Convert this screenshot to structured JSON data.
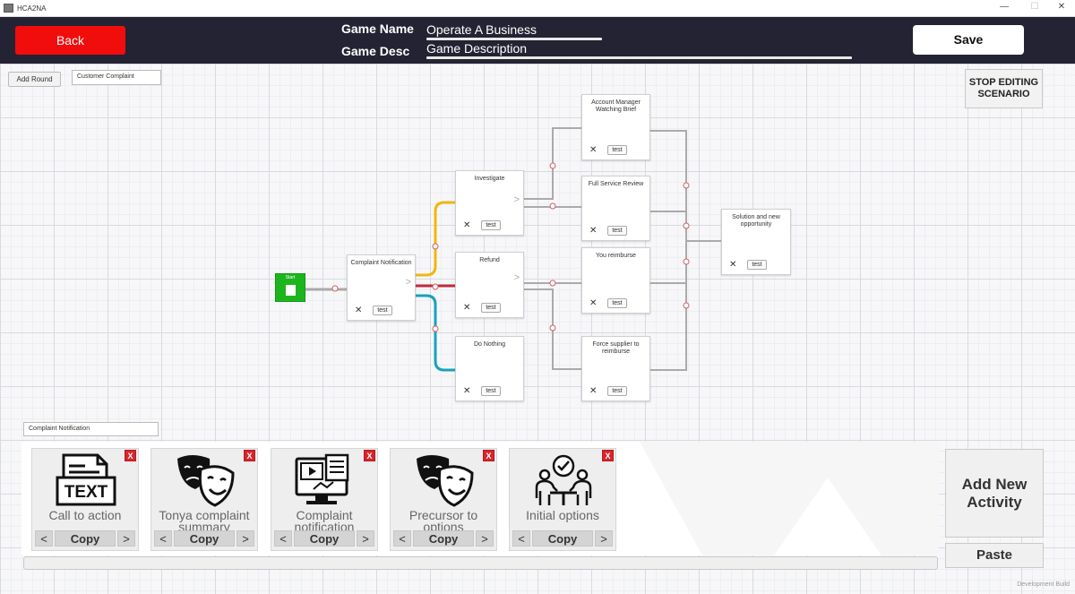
{
  "window": {
    "title": "HCA2NA",
    "minimize": "—",
    "maximize": "☐",
    "close": "✕"
  },
  "header": {
    "back_label": "Back",
    "game_name_label": "Game Name",
    "game_name_value": "Operate A Business",
    "game_desc_label": "Game Desc",
    "game_desc_value": "Game Description",
    "save_label": "Save"
  },
  "toolbar": {
    "add_round_label": "Add Round",
    "round_name": "Customer Complaint",
    "stop_editing_label": "STOP EDITING SCENARIO"
  },
  "graph": {
    "start_label": "Start",
    "nodes": [
      {
        "title": "Complaint Notification",
        "test": "test"
      },
      {
        "title": "Investigate",
        "test": "test"
      },
      {
        "title": "Refund",
        "test": "test"
      },
      {
        "title": "Do Nothing",
        "test": "test"
      },
      {
        "title": "Account Manager Watching Brief",
        "test": "test"
      },
      {
        "title": "Full Service Review",
        "test": "test"
      },
      {
        "title": "You reimburse",
        "test": "test"
      },
      {
        "title": "Force supplier to reimburse",
        "test": "test"
      },
      {
        "title": "Solution and new opportunity",
        "test": "test"
      }
    ],
    "branch_colors": {
      "top": "#f2b70d",
      "middle": "#c3283e",
      "bottom": "#17a3b8",
      "default": "#aaaaaa"
    }
  },
  "activity_editor": {
    "selected_node_name": "Complaint Notification",
    "cards": [
      {
        "icon": "text-document-icon",
        "label": "Call to action",
        "prev": "<",
        "copy": "Copy",
        "next": ">",
        "remove": "X"
      },
      {
        "icon": "theatre-masks-icon",
        "label": "Tonya complaint summary",
        "prev": "<",
        "copy": "Copy",
        "next": ">",
        "remove": "X"
      },
      {
        "icon": "monitor-video-icon",
        "label": "Complaint notification",
        "prev": "<",
        "copy": "Copy",
        "next": ">",
        "remove": "X"
      },
      {
        "icon": "theatre-masks-icon",
        "label": "Precursor to options",
        "prev": "<",
        "copy": "Copy",
        "next": ">",
        "remove": "X"
      },
      {
        "icon": "team-decision-icon",
        "label": "Initial options",
        "prev": "<",
        "copy": "Copy",
        "next": ">",
        "remove": "X"
      }
    ],
    "add_activity_label": "Add New Activity",
    "paste_label": "Paste"
  },
  "footer": {
    "build_label": "Development Build"
  }
}
